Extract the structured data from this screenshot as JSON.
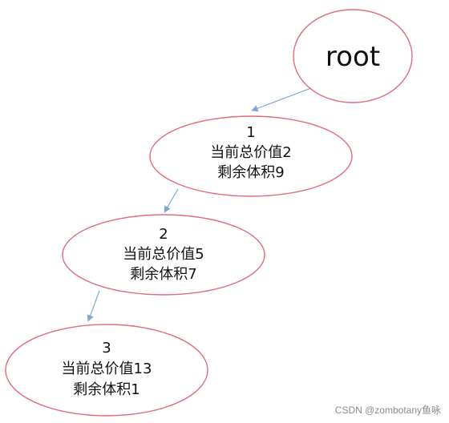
{
  "diagram": {
    "root_label": "root",
    "nodes": [
      {
        "id": "1",
        "value_label": "当前总价值2",
        "volume_label": "剩余体积9"
      },
      {
        "id": "2",
        "value_label": "当前总价值5",
        "volume_label": "剩余体积7"
      },
      {
        "id": "3",
        "value_label": "当前总价值13",
        "volume_label": "剩余体积1"
      }
    ],
    "colors": {
      "node_border": "#e06c7c",
      "edge": "#7ea6d8",
      "text": "#111111"
    }
  },
  "watermark": "CSDN @zombotany鱼咏"
}
